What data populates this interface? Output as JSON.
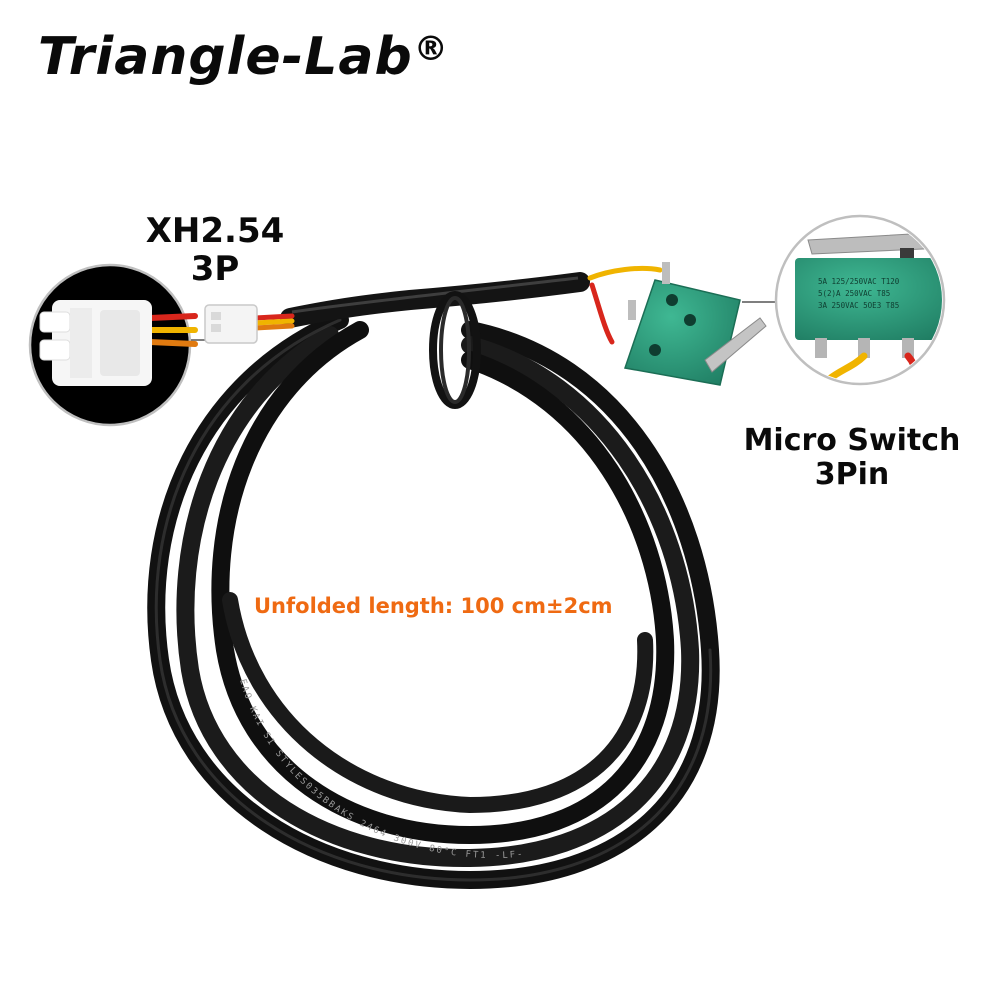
{
  "brand": {
    "name": "Triangle-Lab",
    "mark": "®"
  },
  "labels": {
    "connector_type": "XH2.54",
    "connector_pins": "3P",
    "switch_name": "Micro Switch",
    "switch_pins": "3Pin"
  },
  "annotation": {
    "length_note": "Unfolded length: 100 cm±2cm"
  },
  "switch_print": [
    "5A 125/250VAC T120",
    "5(2)A 250VAC T85",
    "3A 250VAC 5OE3 T85"
  ],
  "cable_print": "EAO KAI SI STYLES035BBAKS 2464 300V 80°C FT1 -LF-",
  "colors": {
    "accent": "#ef6a12",
    "cable": "#141414",
    "switch_body": "#2e9a7c",
    "wire_red": "#d8261c",
    "wire_yellow": "#f0b400",
    "connector": "#f2f2f2"
  }
}
